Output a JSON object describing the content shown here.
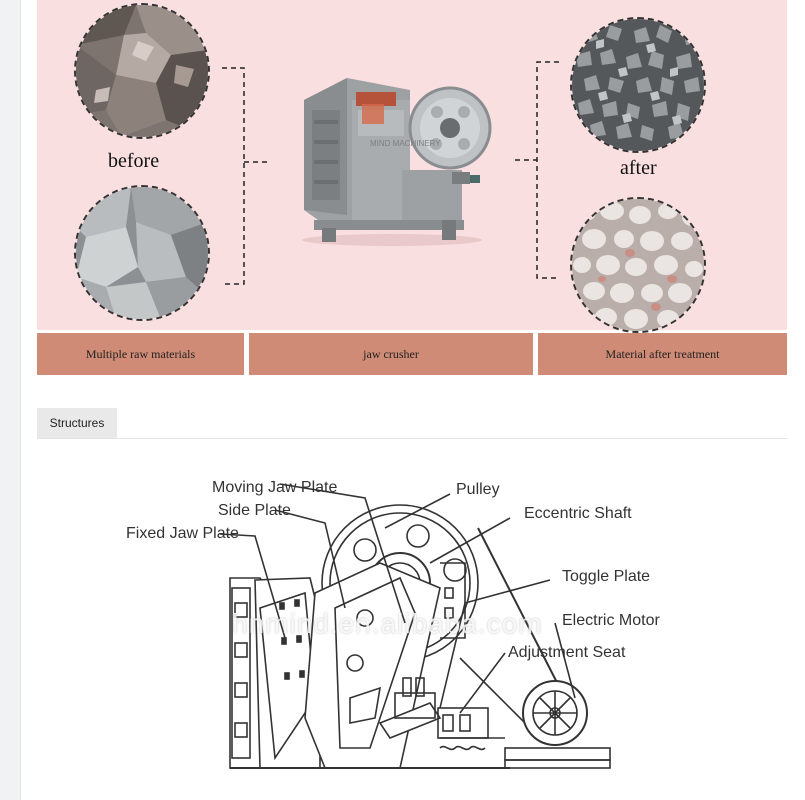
{
  "banner": {
    "before_label": "before",
    "after_label": "after",
    "crusher_brand": "MIND MACHINERY"
  },
  "labels": {
    "raw": "Multiple raw materials",
    "machine": "jaw crusher",
    "after": "Material after treatment"
  },
  "tabs": {
    "structures": "Structures"
  },
  "diagram": {
    "moving_jaw_plate": "Moving Jaw Plate",
    "side_plate": "Side Plate",
    "fixed_jaw_plate": "Fixed Jaw Plate",
    "pulley": "Pulley",
    "eccentric_shaft": "Eccentric Shaft",
    "toggle_plate": "Toggle Plate",
    "electric_motor": "Electric Motor",
    "adjustment_seat": "Adjustment Seat"
  },
  "watermark": "hnmind.en.alibaba.com",
  "colors": {
    "banner_bg": "#f9dfdf",
    "label_bar": "#d08b76",
    "tab_bg": "#e9e9ea"
  }
}
